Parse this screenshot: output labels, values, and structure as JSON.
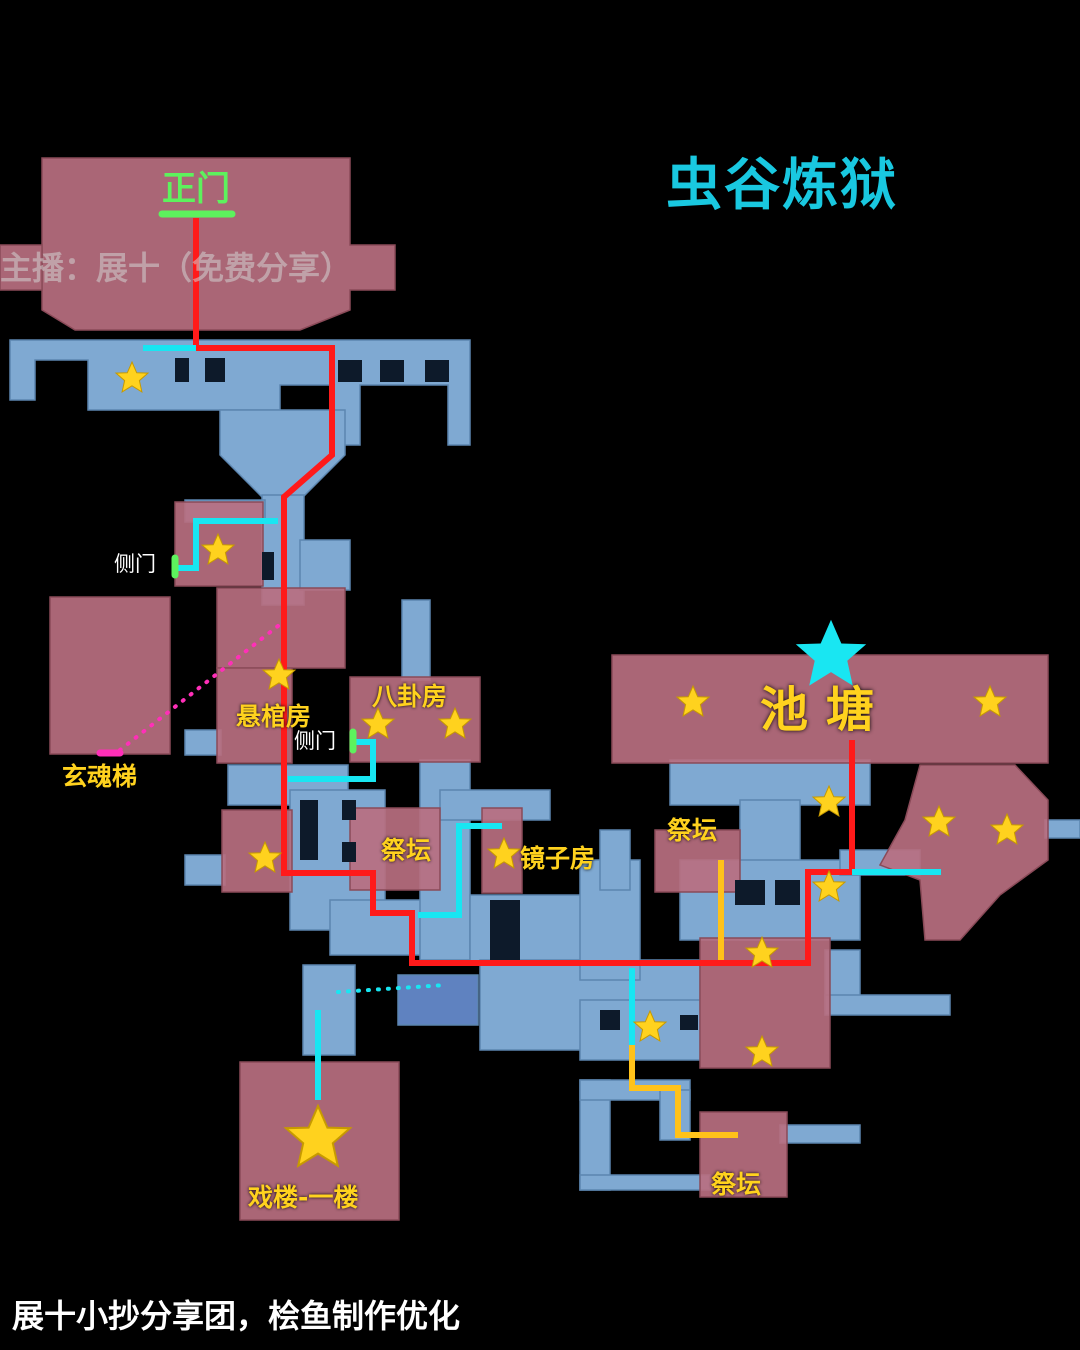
{
  "map": {
    "title": "虫谷炼狱",
    "streamer_credit": "主播：展十（免费分享）",
    "footer_credit": "展十小抄分享团，桧鱼制作优化",
    "watermark": "展十"
  },
  "labels": {
    "main_entrance": "正门",
    "side_door_1": "侧门",
    "side_door_2": "侧门",
    "xuanhun_ladder": "玄魂梯",
    "coffin_room": "悬棺房",
    "bagua_room": "八卦房",
    "altar_1": "祭坛",
    "mirror_room": "镜子房",
    "altar_2": "祭坛",
    "pond": "池塘",
    "opera_building": "戏楼-一楼",
    "altar_3": "祭坛"
  },
  "colors": {
    "background": "#000000",
    "room_pink": "#b86f80",
    "corridor_blue": "#7fa9d2",
    "main_route": "#ff1a1a",
    "side_route": "#18e6f2",
    "alt_route": "#ffc21a",
    "door_green": "#5df25d",
    "ladder_magenta": "#ff2fb8",
    "star": "#ffd21e",
    "boss_star": "#19e6f2"
  },
  "icons": [
    "star-icon",
    "boss-star-icon"
  ]
}
